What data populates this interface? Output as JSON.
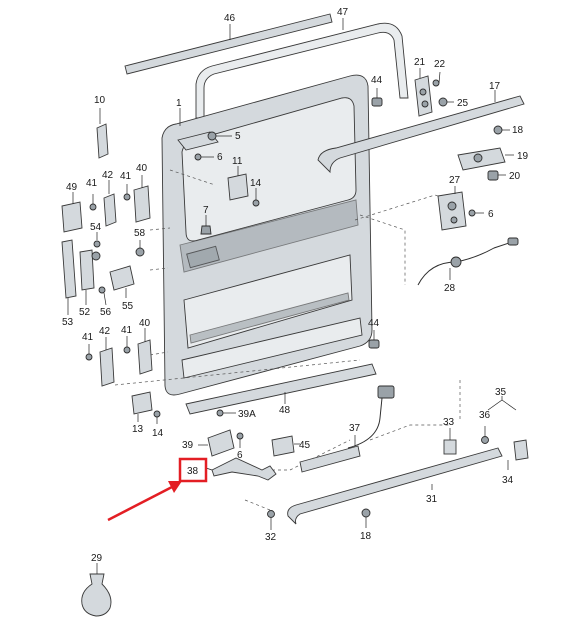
{
  "diagram": {
    "highlight_color": "#e31e24",
    "highlighted_label": "38",
    "labels": {
      "l46": "46",
      "l47": "47",
      "l10": "10",
      "l1": "1",
      "l44a": "44",
      "l21": "21",
      "l22": "22",
      "l25": "25",
      "l17": "17",
      "l18a": "18",
      "l5": "5",
      "l6a": "6",
      "l19": "19",
      "l11": "11",
      "l20": "20",
      "l42a": "42",
      "l41a": "41",
      "l40a": "40",
      "l49": "49",
      "l14a": "14",
      "l27": "27",
      "l6b": "6",
      "l7": "7",
      "l54": "54",
      "l58": "58",
      "l52": "52",
      "l56": "56",
      "l55": "55",
      "l28": "28",
      "l53": "53",
      "l41b": "41",
      "l42b": "42",
      "l41c": "41",
      "l40b": "40",
      "l44b": "44",
      "l39A": "39A",
      "l48": "48",
      "l13": "13",
      "l14b": "14",
      "l35": "35",
      "l33": "33",
      "l36": "36",
      "l37": "37",
      "l39": "39",
      "l6c": "6",
      "l45": "45",
      "l38": "38",
      "l34": "34",
      "l31": "31",
      "l32": "32",
      "l18b": "18",
      "l29": "29"
    }
  }
}
